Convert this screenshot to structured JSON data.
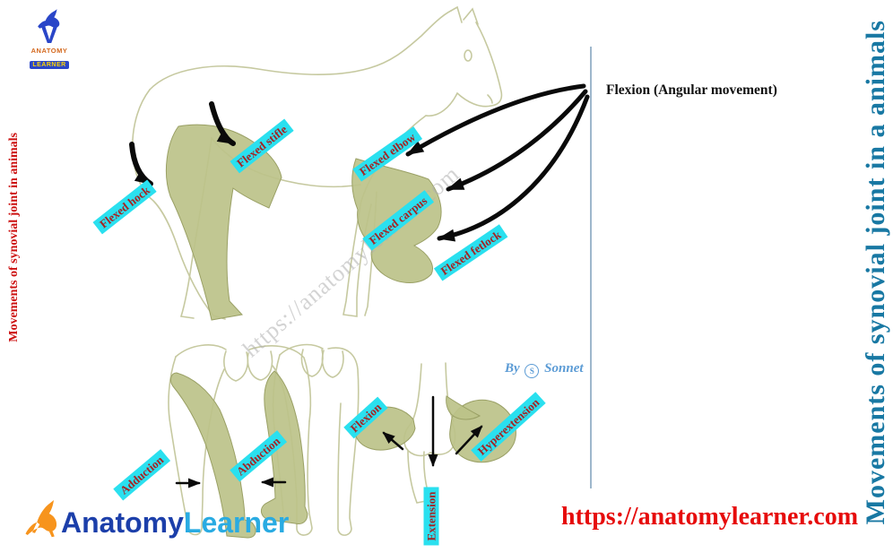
{
  "titles": {
    "left_vertical": "Movements of synovial joint in animals",
    "right_vertical": "Movements of synovial joint in a animals"
  },
  "header_logo": {
    "monogram": "V",
    "brand_top": "ANATOMY",
    "brand_bottom": "LEARNER"
  },
  "footer_logo": {
    "brand_part1": "Anatomy",
    "brand_part2": "Learner"
  },
  "footer": {
    "website_url": "https://anatomylearner.com"
  },
  "watermark": {
    "text": "https://anatomylearner.com"
  },
  "byline": {
    "prefix": "By",
    "icon": "S",
    "name": "Sonnet"
  },
  "annotations": {
    "flexion_angular": "Flexion (Angular movement)",
    "flexed_hock": "Flexed hock",
    "flexed_stifle": "Flexed stifle",
    "flexed_elbow": "Flexed elbow",
    "flexed_carpus": "Flexed carpus",
    "flexed_fetlock": "Flexed fetlock",
    "adduction": "Adduction",
    "abduction": "Abduction",
    "flexion": "Flexion",
    "hyperextension": "Hyperextension",
    "extension": "Extension"
  },
  "colors": {
    "label_background": "#2ae0ef",
    "label_text": "#a42424",
    "left_title_red": "#cc1111",
    "right_title_teal": "#1878a3",
    "url_red": "#e60b0b",
    "diagram_fill_olive": "#bcc289",
    "diagram_outline_olive": "#c6c9a0",
    "arrow_black": "#0a0a0a",
    "separator_blue": "#7e9fbc",
    "byline_blue": "#5b9bd5",
    "logo_orange": "#f7941d",
    "logo_dark_blue": "#1c3faa",
    "logo_light_blue": "#29abe2"
  }
}
